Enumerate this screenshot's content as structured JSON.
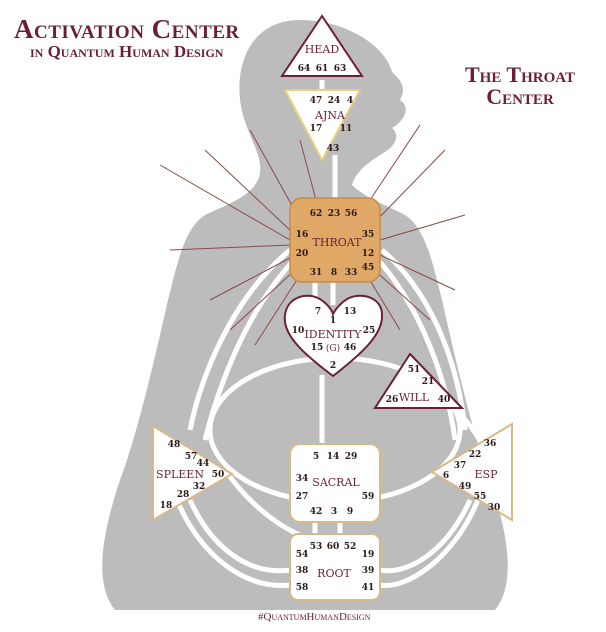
{
  "title": "Activation Center",
  "subtitle": "in Quantum Human Design",
  "focus_title_line1": "The Throat",
  "focus_title_line2": "Center",
  "hashtag": "#QuantumHumanDesign",
  "colors": {
    "brand": "#6b1f33",
    "body": "#bcbcbc",
    "highlight": "#e0a866",
    "center_fill": "#ffffff",
    "center_border": "#d8b98a"
  },
  "centers": {
    "head": {
      "label": "HEAD",
      "gates": [
        "64",
        "61",
        "63"
      ]
    },
    "ajna": {
      "label": "AJNA",
      "gates": [
        "47",
        "24",
        "4",
        "17",
        "11",
        "43"
      ]
    },
    "throat": {
      "label": "THROAT",
      "gates": [
        "62",
        "23",
        "56",
        "16",
        "35",
        "20",
        "12",
        "31",
        "8",
        "33",
        "45"
      ]
    },
    "identity": {
      "label": "IDENTITY",
      "sublabel": "(G)",
      "gates": [
        "7",
        "1",
        "13",
        "10",
        "25",
        "15",
        "46",
        "2"
      ]
    },
    "will": {
      "label": "WILL",
      "gates": [
        "51",
        "21",
        "26",
        "40"
      ]
    },
    "spleen": {
      "label": "SPLEEN",
      "gates": [
        "48",
        "57",
        "44",
        "50",
        "32",
        "28",
        "18"
      ]
    },
    "sacral": {
      "label": "SACRAL",
      "gates": [
        "5",
        "14",
        "29",
        "34",
        "27",
        "59",
        "42",
        "3",
        "9"
      ]
    },
    "esp": {
      "label": "ESP",
      "gates": [
        "36",
        "22",
        "37",
        "6",
        "49",
        "55",
        "30"
      ]
    },
    "root": {
      "label": "ROOT",
      "gates": [
        "53",
        "60",
        "52",
        "54",
        "19",
        "38",
        "39",
        "58",
        "41"
      ]
    }
  }
}
